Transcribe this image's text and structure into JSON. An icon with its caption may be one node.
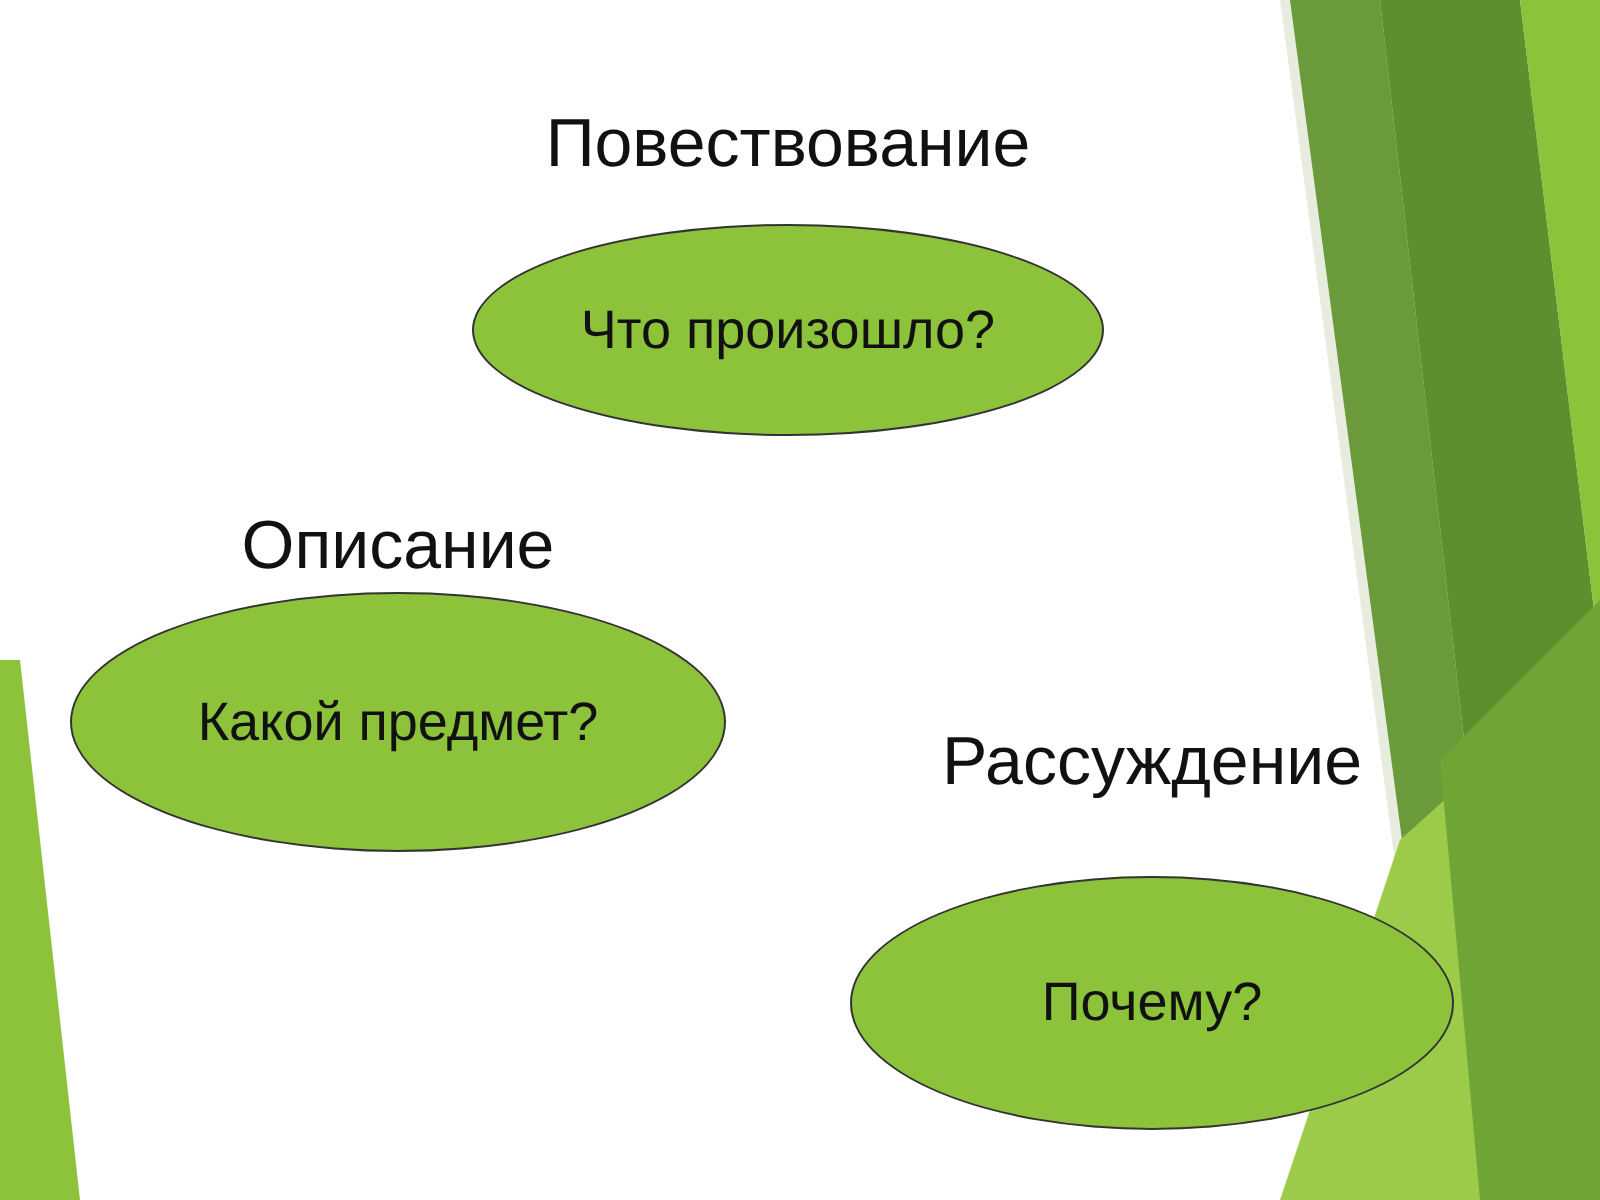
{
  "diagram": {
    "nodes": [
      {
        "text": [
          "Повествование",
          "Что произошло?"
        ]
      },
      {
        "text": [
          "Описание",
          "Какой предмет?"
        ]
      },
      {
        "text": [
          "Рассуждение",
          "Почему?"
        ]
      }
    ],
    "edges": []
  }
}
